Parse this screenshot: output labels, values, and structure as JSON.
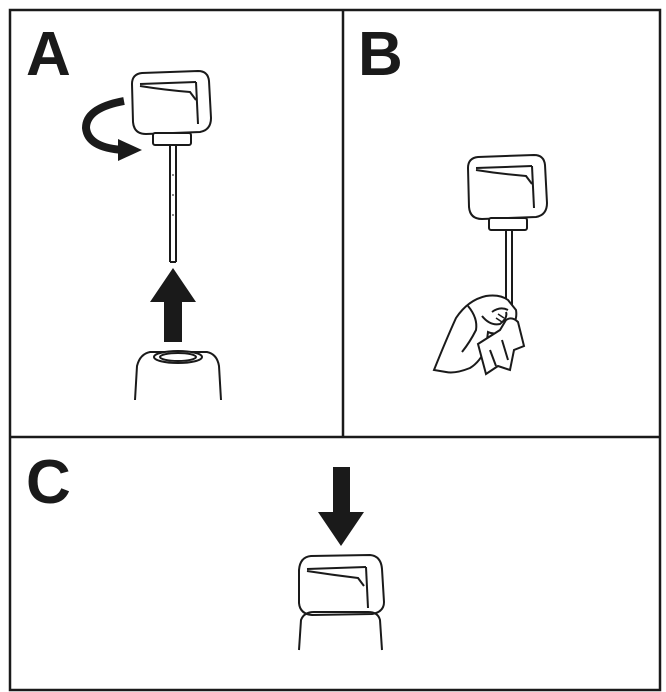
{
  "panels": [
    {
      "label": "A"
    },
    {
      "label": "B"
    },
    {
      "label": "C"
    }
  ],
  "colors": {
    "line": "#1a1a1a",
    "fill": "#ffffff"
  }
}
